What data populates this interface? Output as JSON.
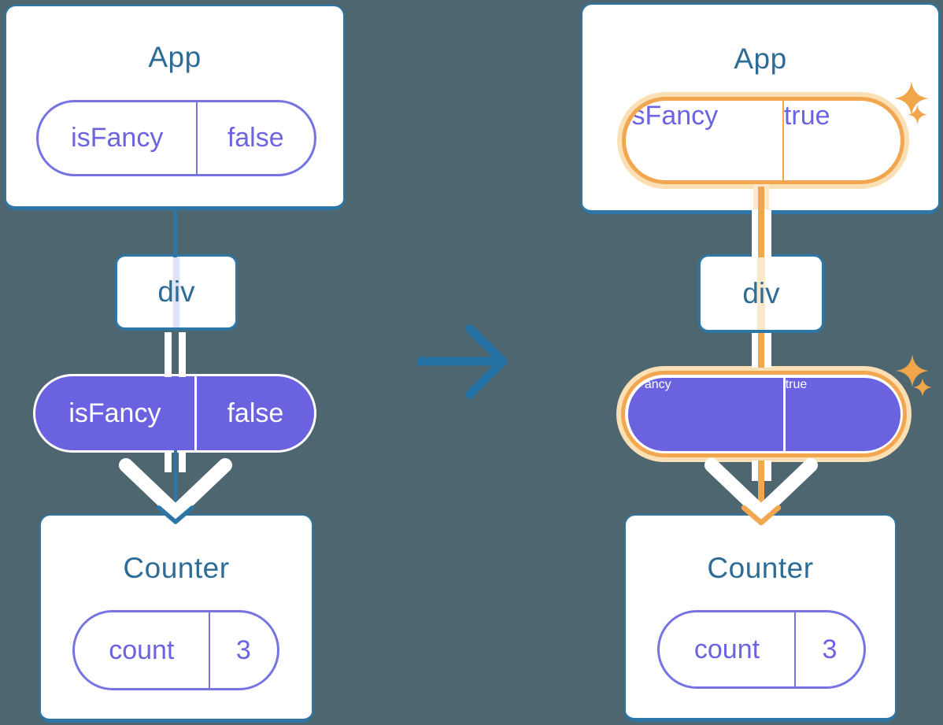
{
  "left_tree": {
    "app_card": {
      "title": "App",
      "prop_pill": {
        "name": "isFancy",
        "value": "false"
      }
    },
    "div_node": {
      "label": "div"
    },
    "passed_prop_pill": {
      "name": "isFancy",
      "value": "false"
    },
    "counter_card": {
      "title": "Counter",
      "state_pill": {
        "name": "count",
        "value": "3"
      }
    }
  },
  "right_tree": {
    "app_card": {
      "title": "App",
      "prop_pill": {
        "name": "isFancy",
        "value": "true"
      }
    },
    "div_node": {
      "label": "div"
    },
    "passed_prop_pill": {
      "name": "isFancy",
      "value": "true"
    },
    "counter_card": {
      "title": "Counter",
      "state_pill": {
        "name": "count",
        "value": "3"
      }
    }
  },
  "colors": {
    "background": "#4D6670",
    "card_background": "#FFFFFF",
    "card_border_blue": "#2E76A6",
    "title_text_blue": "#2C6C96",
    "prop_purple_text": "#6C63E0",
    "prop_pill_fill_purple": "#6A62DF",
    "highlight_orange": "#F2A64F",
    "highlight_orange_pale": "#FAE0B4",
    "transition_arrow_blue": "#2573A6",
    "flow_line_white": "#FFFFFF"
  },
  "icons": {
    "transition_arrow": "right-arrow-icon",
    "flow_arrowhead_white": "chevron-down-icon",
    "flow_arrowhead_blue": "chevron-down-icon",
    "flow_arrowhead_orange": "chevron-down-icon",
    "sparkle_big": "sparkle-icon",
    "sparkle_small": "sparkle-icon"
  }
}
